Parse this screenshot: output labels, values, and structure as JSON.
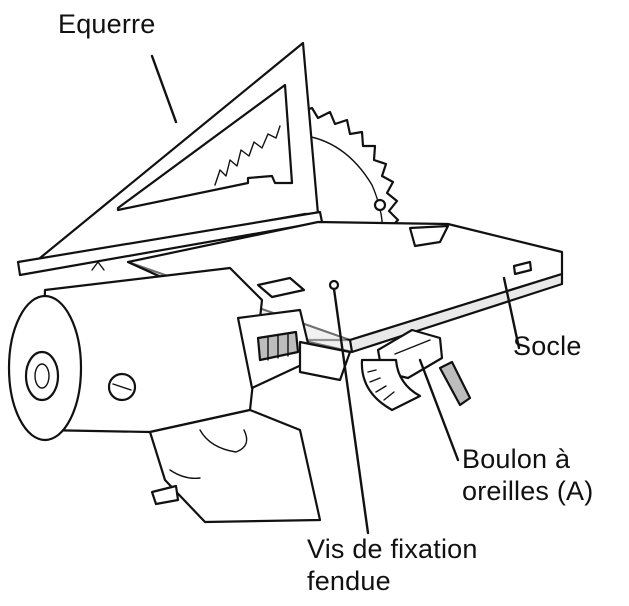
{
  "labels": {
    "equerre": "Equerre",
    "socle": "Socle",
    "boulon_line1": "Boulon à",
    "boulon_line2": "oreilles (A)",
    "vis_line1": "Vis de fixation",
    "vis_line2": "fendue"
  }
}
